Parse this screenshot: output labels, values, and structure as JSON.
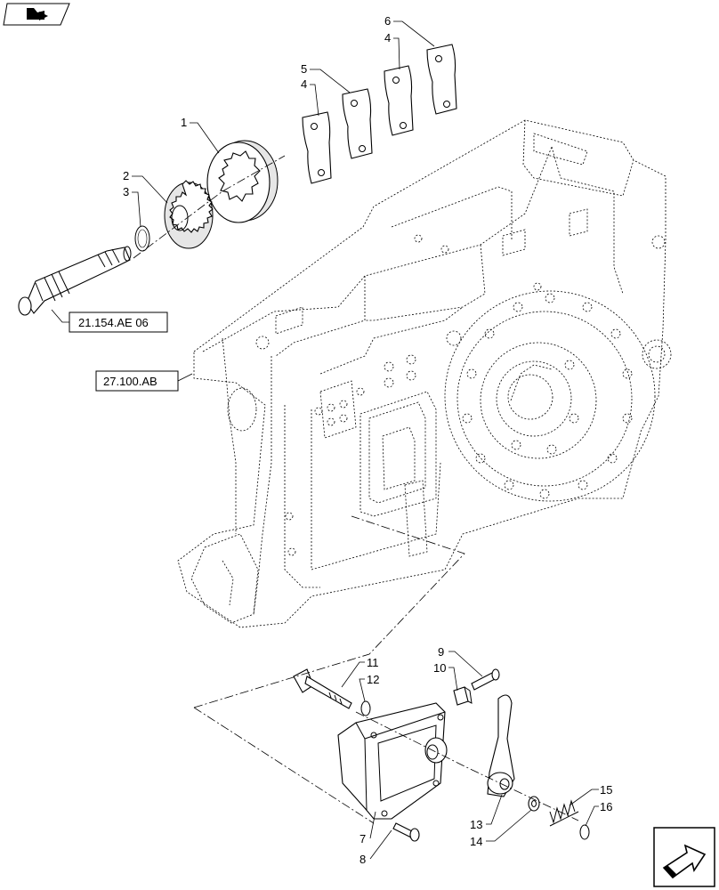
{
  "callouts": [
    "1",
    "2",
    "3",
    "4",
    "4",
    "5",
    "6",
    "7",
    "8",
    "9",
    "10",
    "11",
    "12",
    "13",
    "14",
    "15",
    "16"
  ],
  "references": {
    "shaft_ref": "21.154.AE 06",
    "housing_ref": "27.100.AB"
  },
  "icons": {
    "top_left": "book-arrow-icon",
    "bottom_right": "next-page-arrow-icon"
  }
}
